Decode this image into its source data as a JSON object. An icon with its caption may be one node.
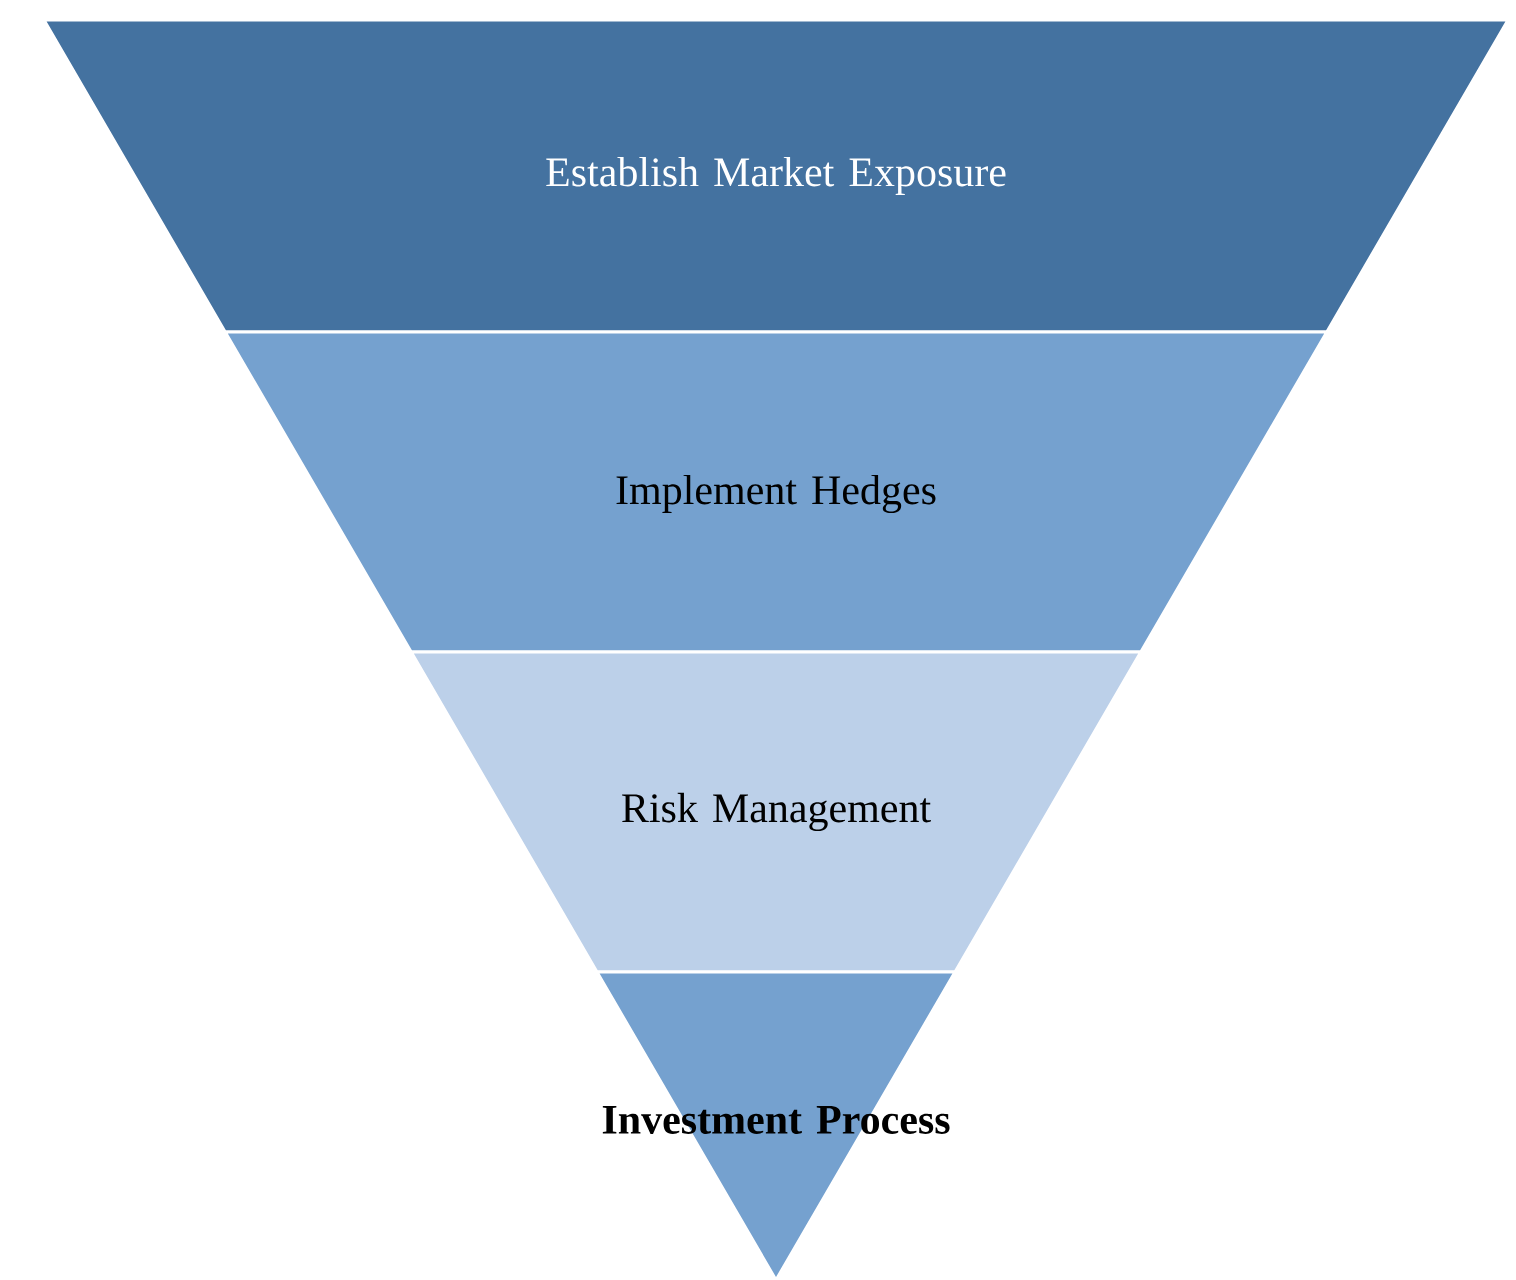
{
  "diagram": {
    "nodes": [
      {
        "text": [
          "Establish Market Exposure"
        ]
      },
      {
        "text": [
          "Implement Hedges"
        ]
      },
      {
        "text": [
          "Risk Management"
        ]
      },
      {
        "text": [
          "Investment Process"
        ]
      }
    ]
  }
}
